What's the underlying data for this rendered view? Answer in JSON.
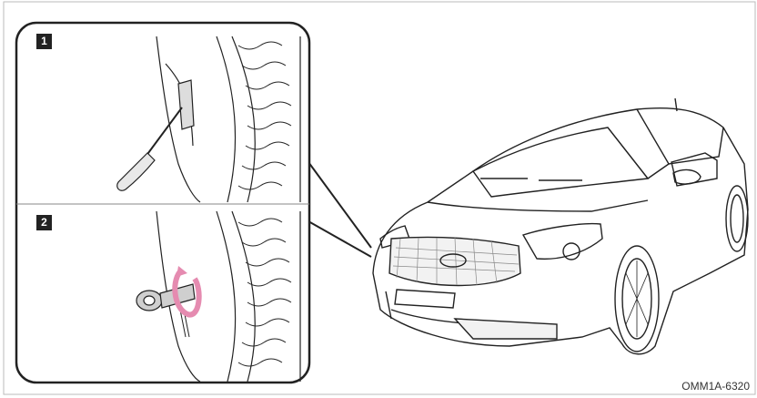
{
  "steps": [
    {
      "number": "1"
    },
    {
      "number": "2"
    }
  ],
  "figure_code": "OMM1A-6320",
  "colors": {
    "accent_arrow": "#e58bb0",
    "line": "#222222"
  }
}
